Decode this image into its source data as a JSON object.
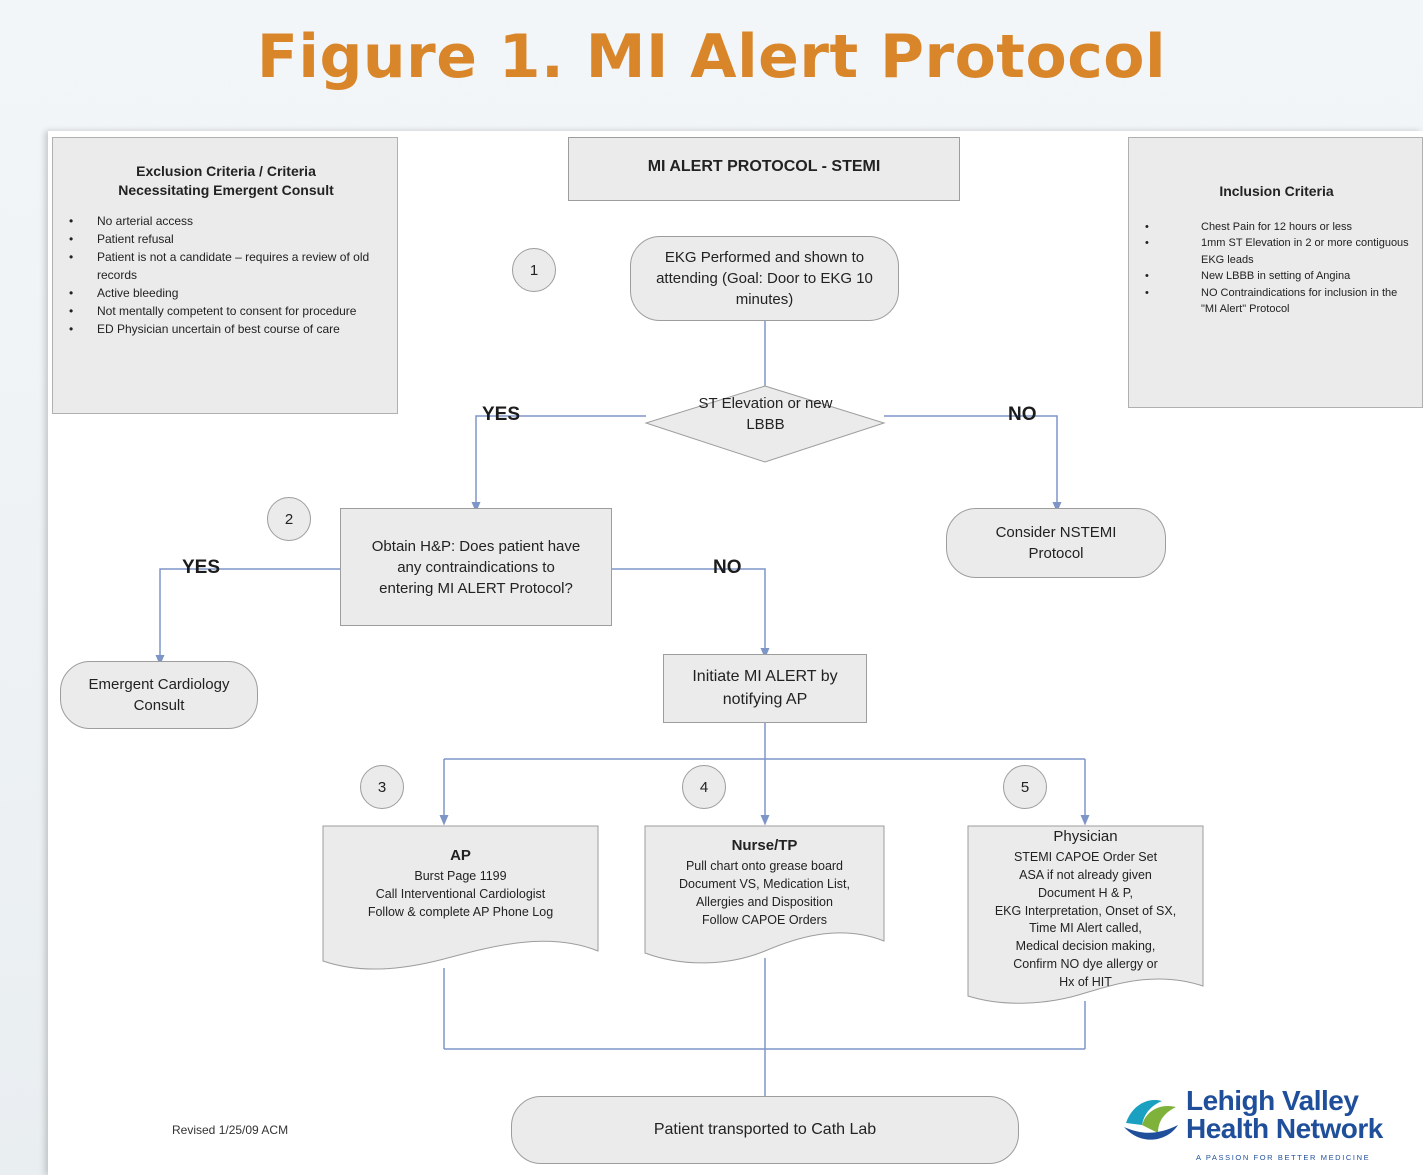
{
  "title": "Figure 1. MI Alert Protocol",
  "protocol_title": "MI ALERT PROTOCOL - STEMI",
  "exclusion": {
    "title": "Exclusion Criteria / Criteria Necessitating Emergent Consult",
    "items": [
      "No arterial access",
      "Patient refusal",
      "Patient is not a candidate – requires a review of old records",
      "Active bleeding",
      "Not mentally competent to consent for procedure",
      "ED Physician uncertain of best course of care"
    ]
  },
  "inclusion": {
    "title": "Inclusion Criteria",
    "items": [
      "Chest Pain for 12 hours or less",
      "1mm ST Elevation in 2 or more contiguous EKG leads",
      "New LBBB in setting of Angina",
      "NO Contraindications for inclusion in the \"MI Alert\" Protocol"
    ]
  },
  "steps": {
    "s1": "1",
    "s2": "2",
    "s3": "3",
    "s4": "4",
    "s5": "5"
  },
  "nodes": {
    "ekg": "EKG Performed and shown to attending (Goal: Door to EKG 10 minutes)",
    "decision": "ST Elevation or new LBBB",
    "nstemi": "Consider NSTEMI Protocol",
    "hp": "Obtain H&P: Does patient have any contraindications to entering MI ALERT Protocol?",
    "consult": "Emergent Cardiology Consult",
    "initiate": "Initiate MI ALERT by notifying AP",
    "transport": "Patient transported to Cath Lab"
  },
  "labels": {
    "yes1": "YES",
    "no1": "NO",
    "yes2": "YES",
    "no2": "NO"
  },
  "docs": {
    "ap": {
      "heading": "AP",
      "lines": [
        "Burst Page 1199",
        "Call Interventional Cardiologist",
        "Follow & complete AP Phone Log"
      ]
    },
    "nurse": {
      "heading": "Nurse/TP",
      "lines": [
        "Pull chart onto grease board",
        "Document VS, Medication List,",
        "Allergies and Disposition",
        "Follow CAPOE Orders"
      ]
    },
    "physician": {
      "heading": "Physician",
      "lines": [
        "STEMI CAPOE Order Set",
        "ASA if not already given",
        "Document H & P,",
        "EKG Interpretation, Onset of SX,",
        "Time  MI Alert called,",
        "Medical decision making,",
        "Confirm NO dye allergy or",
        "Hx of HIT"
      ]
    }
  },
  "revised": "Revised 1/25/09 ACM",
  "logo": {
    "line1": "Lehigh Valley",
    "line2": "Health Network",
    "tagline": "A PASSION FOR BETTER MEDICINE"
  },
  "colors": {
    "title": "#d9862a",
    "connector": "#7e95c8",
    "box_fill": "#ebebeb",
    "logo_blue": "#1f4f9a",
    "logo_green": "#7fb23a",
    "logo_teal": "#1aa0c0"
  }
}
